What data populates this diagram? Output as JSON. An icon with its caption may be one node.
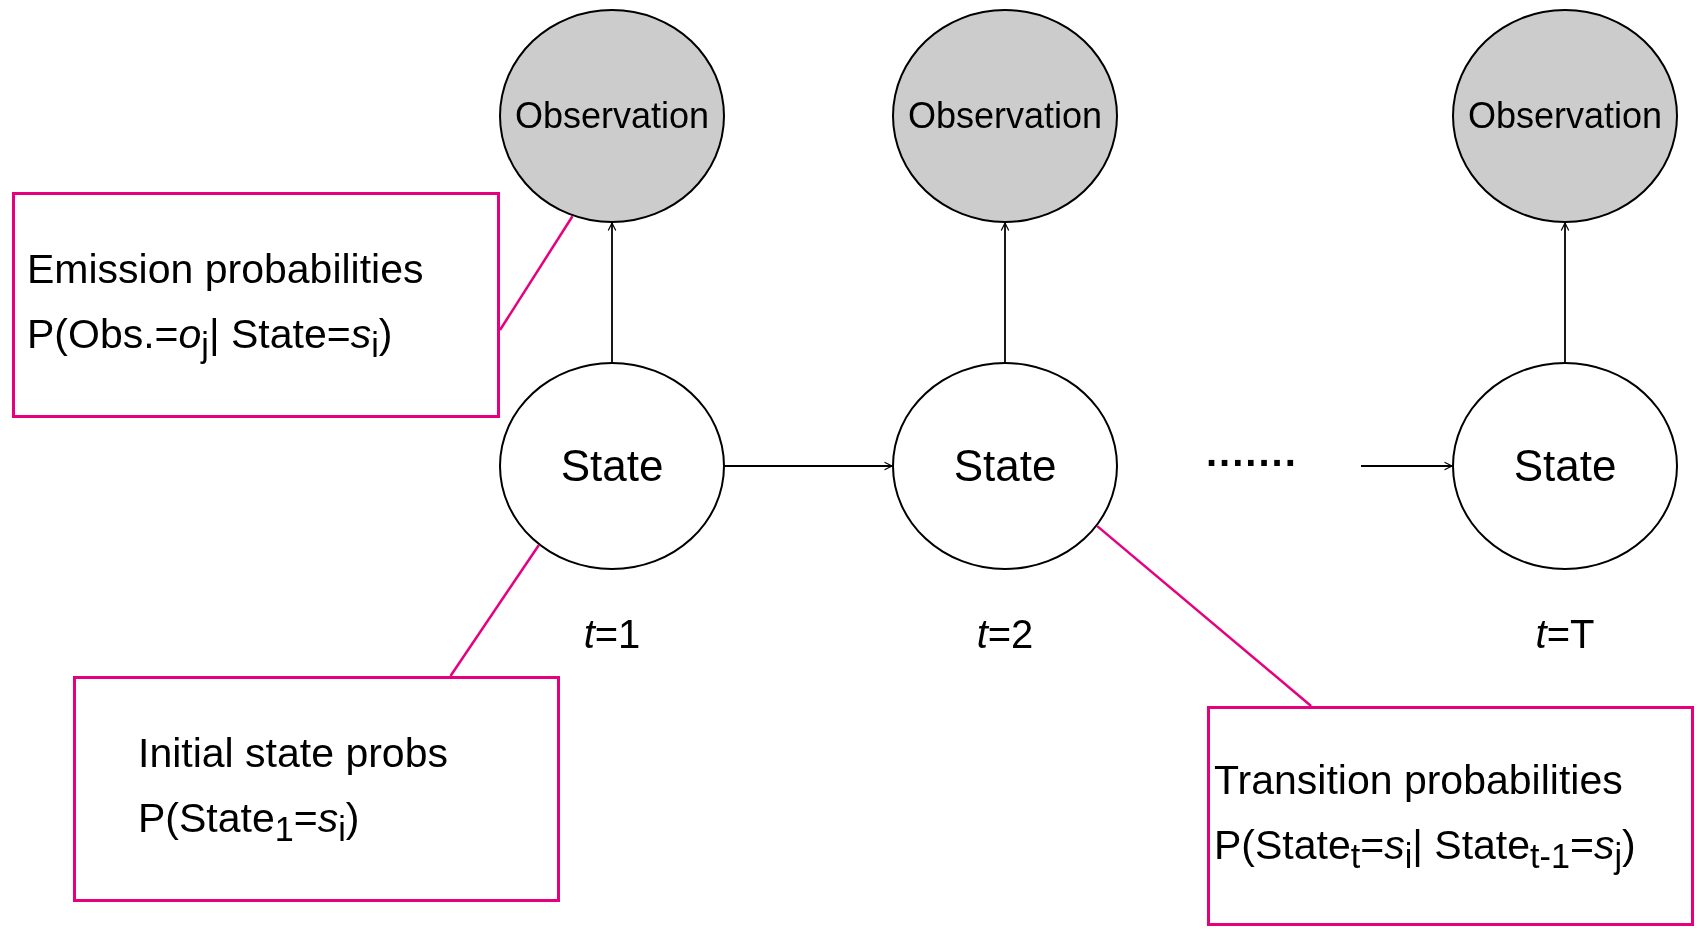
{
  "diagram": {
    "nodes": [
      {
        "text": [
          "Observation"
        ]
      },
      {
        "text": [
          "Observation"
        ]
      },
      {
        "text": [
          "Observation"
        ]
      },
      {
        "text": [
          "State"
        ],
        "beside": [
          "*t*=1"
        ]
      },
      {
        "text": [
          "State"
        ],
        "beside": [
          "*t*=2"
        ]
      },
      {
        "text": [
          "State"
        ],
        "beside": [
          "*t*=T"
        ]
      },
      {
        "text": [
          "Emission probabilities",
          "P(Obs.=*o*$_{j}$| State=*s*$_{i}$)"
        ]
      },
      {
        "text": [
          "Initial state probs",
          "P(State$_{1}$=*s*$_{i}$)"
        ]
      },
      {
        "text": [
          "Transition probabilities",
          "P(State$_{t}$=*s*$_{i}$| State$_{t-1}$=*s*$_{j}$)"
        ]
      }
    ],
    "edges": [
      {
        "from": 3,
        "to": 0,
        "arrow": "to"
      },
      {
        "from": 4,
        "to": 1,
        "arrow": "to"
      },
      {
        "from": 5,
        "to": 2,
        "arrow": "to"
      },
      {
        "from": 3,
        "to": 4,
        "arrow": "to"
      },
      {
        "from": null,
        "to": 5,
        "arrow": "to"
      },
      {
        "from": 6,
        "to": 0,
        "arrow": "none",
        "color": "#e6007e"
      },
      {
        "from": 7,
        "to": 3,
        "arrow": "none",
        "color": "#e6007e"
      },
      {
        "from": 8,
        "to": 4,
        "arrow": "none",
        "color": "#e6007e"
      }
    ],
    "labels": [
      "......."
    ]
  }
}
